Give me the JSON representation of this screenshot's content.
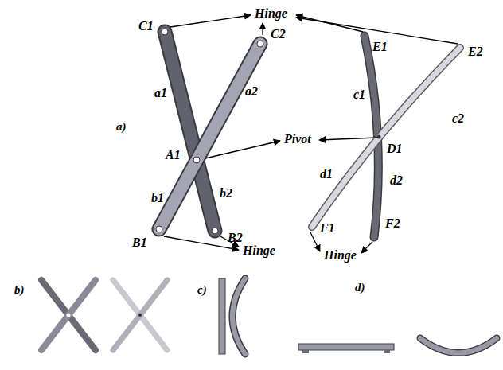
{
  "diagram": {
    "labels": [
      "Hinge",
      "C1",
      "C2",
      "E1",
      "E2",
      "a1",
      "a2",
      "c1",
      "c2",
      "a)",
      "A1",
      "Pivot",
      "b1",
      "b2",
      "D1",
      "d1",
      "d2",
      "B1",
      "B2",
      "F1",
      "F2",
      "Hinge",
      "Hinge",
      "b)",
      "c)",
      "d)"
    ]
  }
}
